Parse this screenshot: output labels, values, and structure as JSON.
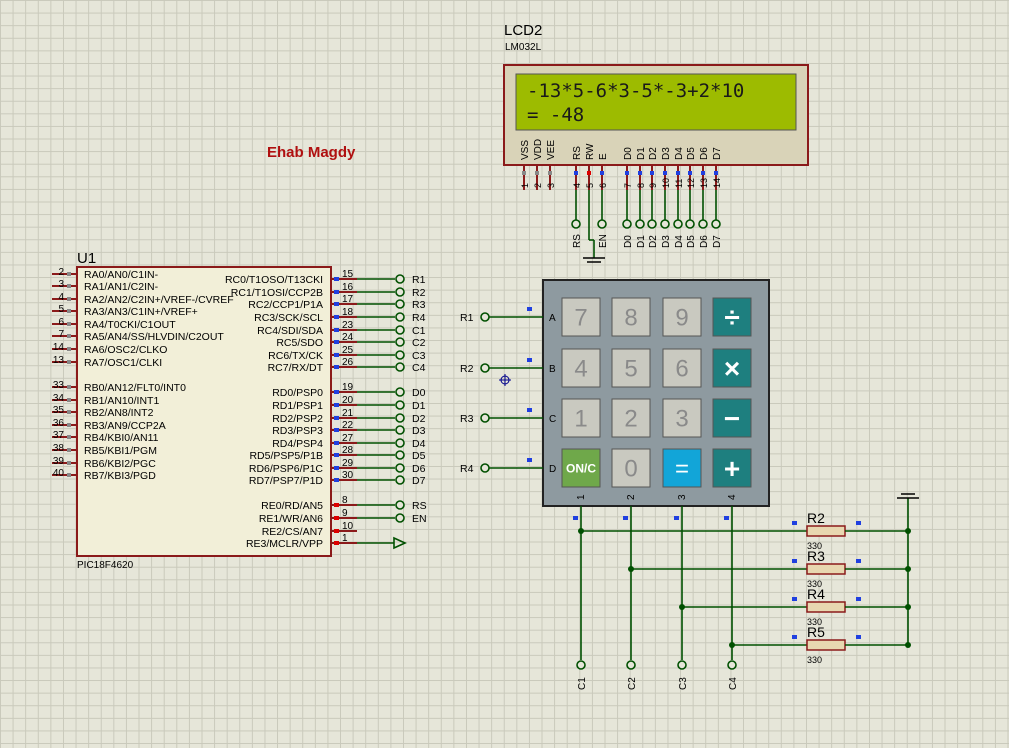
{
  "author": "Ehab Magdy",
  "lcd": {
    "ref": "LCD2",
    "model": "LM032L",
    "line1": "-13*5-6*3-5*-3+2*10",
    "line2": "= -48",
    "pins": [
      {
        "name": "VSS",
        "num": "1"
      },
      {
        "name": "VDD",
        "num": "2"
      },
      {
        "name": "VEE",
        "num": "3"
      },
      {
        "name": "RS",
        "num": "4"
      },
      {
        "name": "RW",
        "num": "5"
      },
      {
        "name": "E",
        "num": "6"
      },
      {
        "name": "D0",
        "num": "7"
      },
      {
        "name": "D1",
        "num": "8"
      },
      {
        "name": "D2",
        "num": "9"
      },
      {
        "name": "D3",
        "num": "10"
      },
      {
        "name": "D4",
        "num": "11"
      },
      {
        "name": "D5",
        "num": "12"
      },
      {
        "name": "D6",
        "num": "13"
      },
      {
        "name": "D7",
        "num": "14"
      }
    ],
    "net_labels": [
      "RS",
      "EN",
      "D0",
      "D1",
      "D2",
      "D3",
      "D4",
      "D5",
      "D6",
      "D7"
    ]
  },
  "mcu": {
    "ref": "U1",
    "model": "PIC18F4620",
    "left_pins": [
      {
        "num": "2",
        "label": "RA0/AN0/C1IN-"
      },
      {
        "num": "3",
        "label": "RA1/AN1/C2IN-"
      },
      {
        "num": "4",
        "label": "RA2/AN2/C2IN+/VREF-/CVREF"
      },
      {
        "num": "5",
        "label": "RA3/AN3/C1IN+/VREF+"
      },
      {
        "num": "6",
        "label": "RA4/T0CKI/C1OUT"
      },
      {
        "num": "7",
        "label": "RA5/AN4/SS/HLVDIN/C2OUT"
      },
      {
        "num": "14",
        "label": "RA6/OSC2/CLKO"
      },
      {
        "num": "13",
        "label": "RA7/OSC1/CLKI"
      },
      {
        "num": "33",
        "label": "RB0/AN12/FLT0/INT0"
      },
      {
        "num": "34",
        "label": "RB1/AN10/INT1"
      },
      {
        "num": "35",
        "label": "RB2/AN8/INT2"
      },
      {
        "num": "36",
        "label": "RB3/AN9/CCP2A"
      },
      {
        "num": "37",
        "label": "RB4/KBI0/AN11"
      },
      {
        "num": "38",
        "label": "RB5/KBI1/PGM"
      },
      {
        "num": "39",
        "label": "RB6/KBI2/PGC"
      },
      {
        "num": "40",
        "label": "RB7/KBI3/PGD"
      }
    ],
    "right_pins": [
      {
        "num": "15",
        "label": "RC0/T1OSO/T13CKI",
        "net": "R1"
      },
      {
        "num": "16",
        "label": "RC1/T1OSI/CCP2B",
        "net": "R2"
      },
      {
        "num": "17",
        "label": "RC2/CCP1/P1A",
        "net": "R3"
      },
      {
        "num": "18",
        "label": "RC3/SCK/SCL",
        "net": "R4"
      },
      {
        "num": "23",
        "label": "RC4/SDI/SDA",
        "net": "C1"
      },
      {
        "num": "24",
        "label": "RC5/SDO",
        "net": "C2"
      },
      {
        "num": "25",
        "label": "RC6/TX/CK",
        "net": "C3"
      },
      {
        "num": "26",
        "label": "RC7/RX/DT",
        "net": "C4"
      },
      {
        "num": "19",
        "label": "RD0/PSP0",
        "net": "D0"
      },
      {
        "num": "20",
        "label": "RD1/PSP1",
        "net": "D1"
      },
      {
        "num": "21",
        "label": "RD2/PSP2",
        "net": "D2"
      },
      {
        "num": "22",
        "label": "RD3/PSP3",
        "net": "D3"
      },
      {
        "num": "27",
        "label": "RD4/PSP4",
        "net": "D4"
      },
      {
        "num": "28",
        "label": "RD5/PSP5/P1B",
        "net": "D5"
      },
      {
        "num": "29",
        "label": "RD6/PSP6/P1C",
        "net": "D6"
      },
      {
        "num": "30",
        "label": "RD7/PSP7/P1D",
        "net": "D7"
      },
      {
        "num": "8",
        "label": "RE0/RD/AN5",
        "net": "RS"
      },
      {
        "num": "9",
        "label": "RE1/WR/AN6",
        "net": "EN"
      },
      {
        "num": "10",
        "label": "RE2/CS/AN7",
        "net": ""
      },
      {
        "num": "1",
        "label": "RE3/MCLR/VPP",
        "net": ""
      }
    ]
  },
  "keypad": {
    "rows": [
      "A",
      "B",
      "C",
      "D"
    ],
    "row_nets": [
      "R1",
      "R2",
      "R3",
      "R4"
    ],
    "cols": [
      "1",
      "2",
      "3",
      "4"
    ],
    "keys": [
      [
        "7",
        "8",
        "9",
        "÷"
      ],
      [
        "4",
        "5",
        "6",
        "×"
      ],
      [
        "1",
        "2",
        "3",
        "−"
      ],
      [
        "ON/C",
        "0",
        "=",
        "+"
      ]
    ]
  },
  "resistors": [
    {
      "ref": "R2",
      "value": "330"
    },
    {
      "ref": "R3",
      "value": "330"
    },
    {
      "ref": "R4",
      "value": "330"
    },
    {
      "ref": "R5",
      "value": "330"
    }
  ],
  "col_nets": [
    "C1",
    "C2",
    "C3",
    "C4"
  ],
  "colors": {
    "wire": "#005000",
    "component": "#8b1a1a",
    "body": "#f2efd8",
    "lcd_screen": "#9dbb00",
    "keypad_body": "#8e9aa0",
    "key_gray": "#c9c9c0",
    "key_teal": "#1e7f7f",
    "key_blue": "#12a5d8",
    "key_green": "#6fa84a",
    "title_red": "#b01010"
  }
}
